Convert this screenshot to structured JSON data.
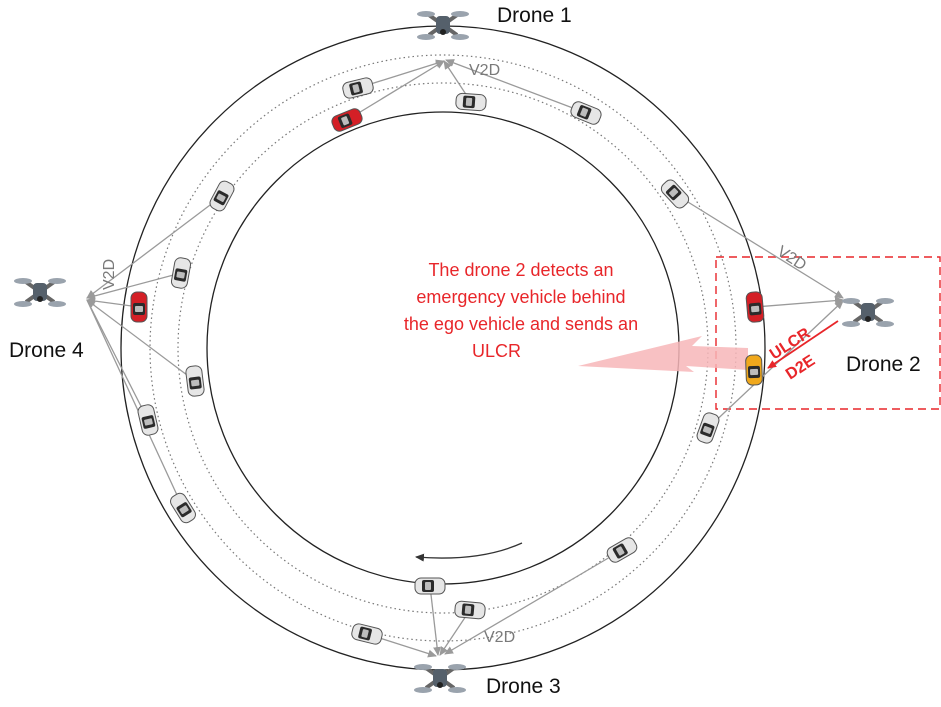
{
  "drones": [
    {
      "id": "drone1",
      "label": "Drone 1"
    },
    {
      "id": "drone2",
      "label": "Drone 2"
    },
    {
      "id": "drone3",
      "label": "Drone 3"
    },
    {
      "id": "drone4",
      "label": "Drone 4"
    }
  ],
  "links": {
    "v2d_label": "V2D",
    "ulcr_label": "ULCR",
    "d2e_label": "D2E"
  },
  "annotation": {
    "line1": "The drone 2 detects an",
    "line2": "emergency vehicle behind",
    "line3": "the ego vehicle and sends an",
    "line4": "ULCR"
  },
  "colors": {
    "road_line": "#222222",
    "lane_dots": "#777777",
    "link_arrow": "#9a9a9a",
    "highlight": "#e8262a",
    "car_grey": "#e6e6e6",
    "car_red": "#d41f26",
    "car_ego": "#f0a81c"
  }
}
